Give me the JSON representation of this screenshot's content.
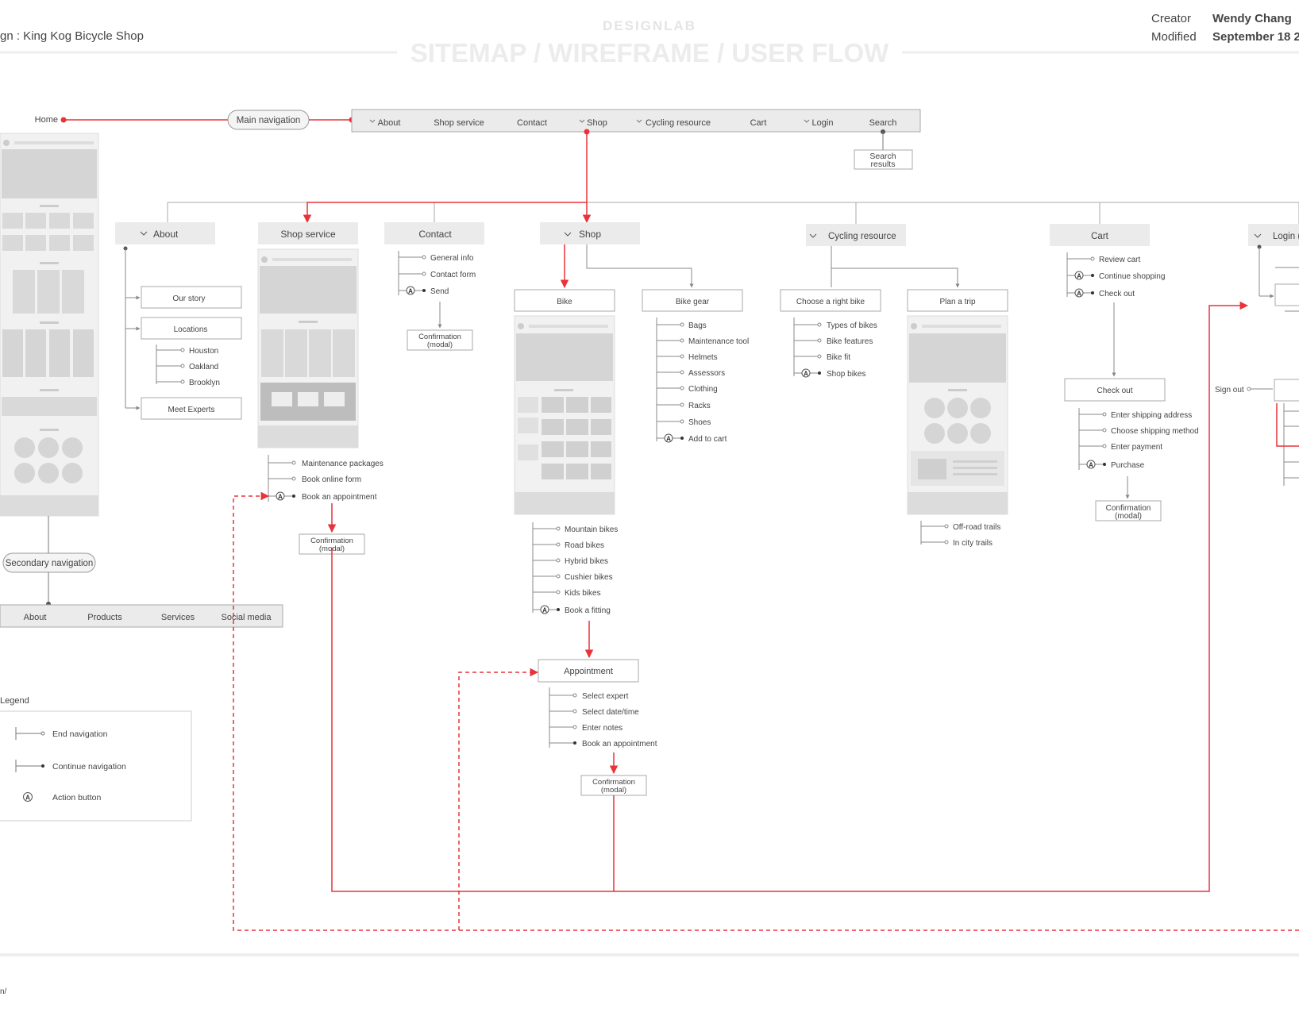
{
  "header": {
    "project": "gn : King Kog Bicycle Shop",
    "brand": "DESIGNLAB",
    "title": "SITEMAP / WIREFRAME / USER FLOW",
    "creator_label": "Creator",
    "creator_value": "Wendy Chang",
    "modified_label": "Modified",
    "modified_value": "September 18 2"
  },
  "footer": {
    "url_fragment": "n/"
  },
  "colors": {
    "flow": "#e8333a",
    "line": "#9a9a9a",
    "box": "#ffffff",
    "nav_bg": "#ebebeb",
    "wire": "#d9d9d9"
  },
  "top": {
    "home": "Home",
    "main_nav": "Main navigation",
    "search_results_1": "Search",
    "search_results_2": "results"
  },
  "main_nav_items": [
    "About",
    "Shop service",
    "Contact",
    "Shop",
    "Cycling resource",
    "Cart",
    "Login",
    "Search"
  ],
  "secondary": {
    "label": "Secondary navigation",
    "items": [
      "About",
      "Products",
      "Services",
      "Social media"
    ]
  },
  "about": {
    "label": "About",
    "our_story": "Our story",
    "locations": "Locations",
    "loc_items": [
      "Houston",
      "Oakland",
      "Brooklyn"
    ],
    "meet": "Meet Experts"
  },
  "shop_service": {
    "label": "Shop service",
    "items": [
      "Maintenance packages",
      "Book online form",
      "Book an appointment"
    ],
    "confirm1": "Confirmation",
    "confirm2": "(modal)"
  },
  "contact": {
    "label": "Contact",
    "items": [
      "General info",
      "Contact form",
      "Send"
    ],
    "confirm1": "Confirmation",
    "confirm2": "(modal)"
  },
  "shop": {
    "label": "Shop",
    "bike": "Bike",
    "bike_items": [
      "Mountain bikes",
      "Road bikes",
      "Hybrid bikes",
      "Cushier bikes",
      "Kids bikes",
      "Book a fitting"
    ],
    "gear": "Bike gear",
    "gear_items": [
      "Bags",
      "Maintenance tool",
      "Helmets",
      "Assessors",
      "Clothing",
      "Racks",
      "Shoes",
      "Add to cart"
    ]
  },
  "appointment": {
    "label": "Appointment",
    "items": [
      "Select expert",
      "Select date/time",
      "Enter notes",
      "Book an appointment"
    ],
    "confirm1": "Confirmation",
    "confirm2": "(modal)"
  },
  "cycling": {
    "label": "Cycling resource",
    "choose": "Choose a right bike",
    "choose_items": [
      "Types of bikes",
      "Bike features",
      "Bike fit",
      "Shop bikes"
    ],
    "plan": "Plan a trip",
    "plan_items": [
      "Off-road trails",
      "In city trails"
    ]
  },
  "cart": {
    "label": "Cart",
    "items": [
      "Review cart",
      "Continue shopping",
      "Check out"
    ],
    "checkout": "Check out",
    "checkout_items": [
      "Enter shipping address",
      "Choose shipping method",
      "Enter payment",
      "Purchase"
    ],
    "confirm1": "Confirmation",
    "confirm2": "(modal)"
  },
  "login": {
    "label": "Login (",
    "sign_out": "Sign out"
  },
  "legend": {
    "title": "Legend",
    "items": [
      "End navigation",
      "Continue navigation",
      "Action button"
    ],
    "action_glyph": "A"
  }
}
